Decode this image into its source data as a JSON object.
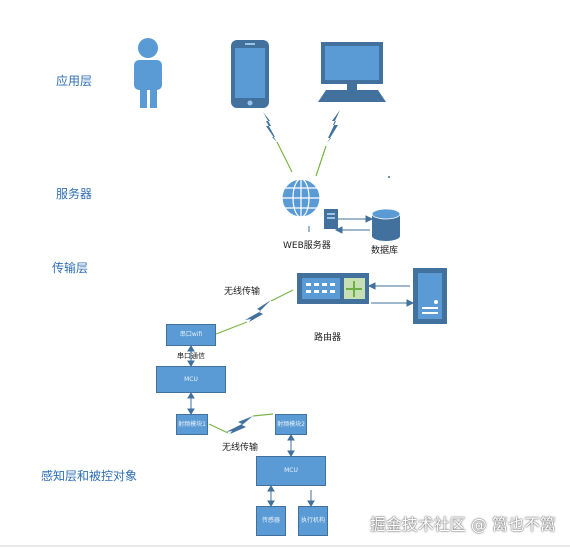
{
  "layers": {
    "application": "应用层",
    "server": "服务器",
    "transport": "传输层",
    "perception": "感知层和被控对象"
  },
  "labels": {
    "web_server": "WEB服务器",
    "database": "数据库",
    "wireless_1": "无线传输",
    "router": "路由器",
    "serial": "串口通信",
    "wireless_2": "无线传输"
  },
  "boxes": {
    "serial_wifi": "串口wifi",
    "mcu_top": "MCU",
    "rf_left": "射频模块1",
    "rf_right": "射频模块2",
    "mcu_bottom": "MCU",
    "sensor": "传感器",
    "actuator": "执行机构"
  },
  "watermark": "掘金技术社区 @ 篱也不篱",
  "colors": {
    "accent": "#5b9bd5",
    "dark": "#41719c",
    "link": "#7ab648"
  }
}
